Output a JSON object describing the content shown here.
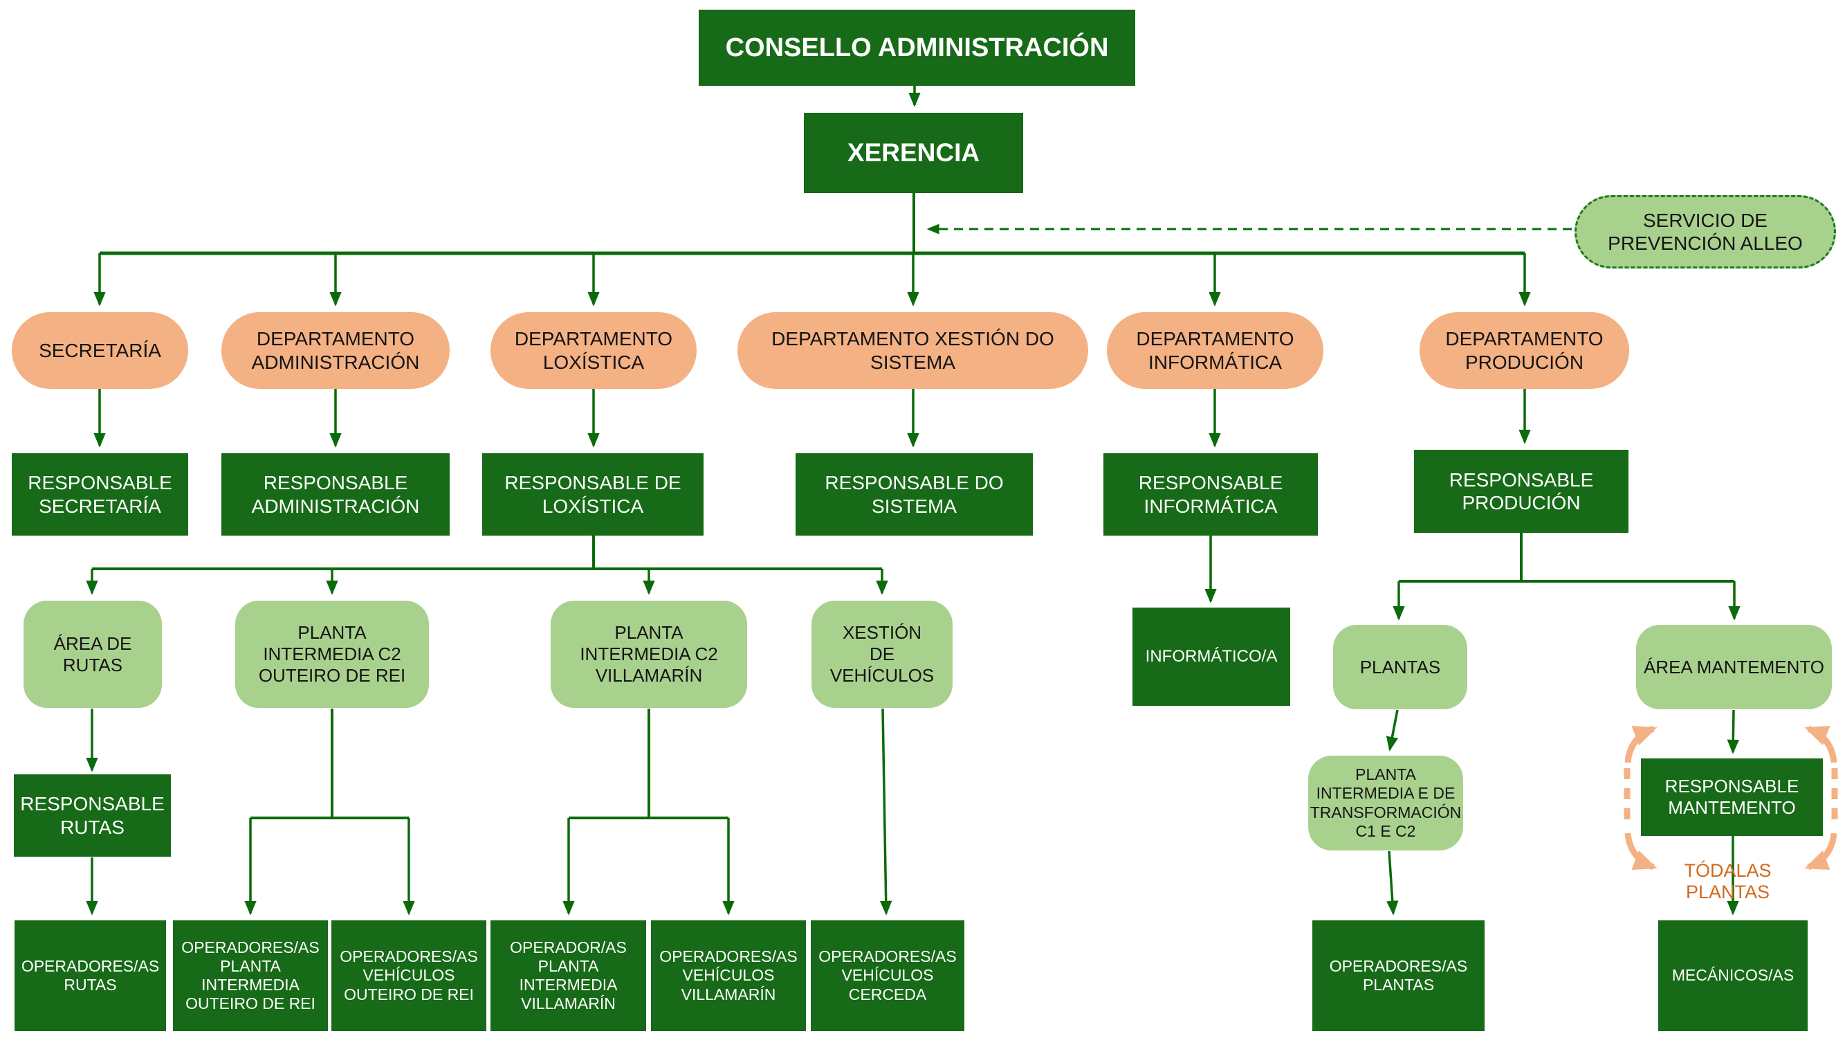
{
  "colors": {
    "box_dark_green": "#176A17",
    "box_light_green": "#A9D18E",
    "box_peach": "#F4B183",
    "connector_green": "#0B6B0B",
    "accent_orange": "#F4B183",
    "note_orange": "#D2691E"
  },
  "nodes": {
    "consello": "CONSELLO ADMINISTRACIÓN",
    "xerencia": "XERENCIA",
    "servicio_prevencion": "SERVICIO DE PREVENCIÓN ALLEO"
  },
  "departments": [
    {
      "label": "SECRETARÍA",
      "responsable": "RESPONSABLE SECRETARÍA"
    },
    {
      "label": "DEPARTAMENTO ADMINISTRACIÓN",
      "responsable": "RESPONSABLE ADMINISTRACIÓN"
    },
    {
      "label": "DEPARTAMENTO LOXÍSTICA",
      "responsable": "RESPONSABLE DE LOXÍSTICA"
    },
    {
      "label": "DEPARTAMENTO XESTIÓN DO SISTEMA",
      "responsable": "RESPONSABLE DO SISTEMA"
    },
    {
      "label": "DEPARTAMENTO INFORMÁTICA",
      "responsable": "RESPONSABLE INFORMÁTICA"
    },
    {
      "label": "DEPARTAMENTO PRODUCIÓN",
      "responsable": "RESPONSABLE PRODUCIÓN"
    }
  ],
  "loxistica": {
    "units": [
      {
        "label": "ÁREA DE RUTAS",
        "responsable": "RESPONSABLE RUTAS",
        "staff": "OPERADORES/AS RUTAS"
      },
      {
        "label": "PLANTA INTERMEDIA C2 OUTEIRO DE REI",
        "staff": [
          "OPERADORES/AS PLANTA INTERMEDIA OUTEIRO DE REI",
          "OPERADORES/AS VEHÍCULOS OUTEIRO DE REI"
        ]
      },
      {
        "label": "PLANTA INTERMEDIA C2 VILLAMARÍN",
        "staff": [
          "OPERADOR/AS PLANTA INTERMEDIA VILLAMARÍN",
          "OPERADORES/AS VEHÍCULOS VILLAMARÍN"
        ]
      },
      {
        "label": "XESTIÓN DE VEHÍCULOS",
        "staff": "OPERADORES/AS VEHÍCULOS CERCEDA"
      }
    ]
  },
  "informatica": {
    "staff": "INFORMÁTICO/A"
  },
  "producion": {
    "units": [
      {
        "label": "PLANTAS",
        "sub_unit": "PLANTA INTERMEDIA E DE TRANSFORMACIÓN C1 E C2",
        "staff": "OPERADORES/AS PLANTAS"
      },
      {
        "label": "ÁREA MANTEMENTO",
        "responsable": "RESPONSABLE MANTEMENTO",
        "scope_note": "TÓDALAS PLANTAS",
        "staff": "MECÁNICOS/AS"
      }
    ]
  }
}
